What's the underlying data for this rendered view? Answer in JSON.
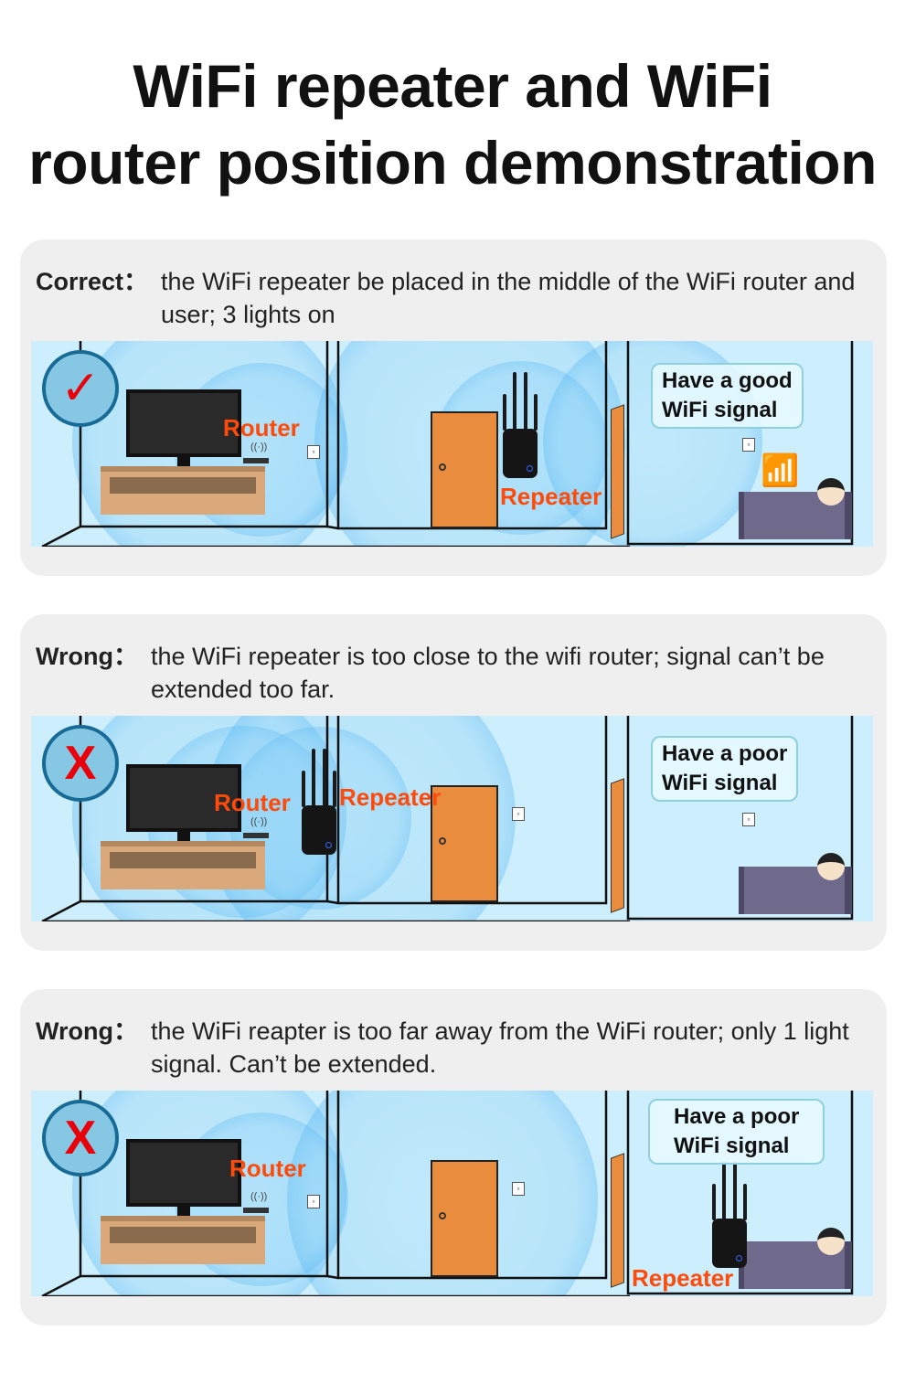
{
  "title": {
    "line1": "WiFi repeater and WiFi",
    "line2": "router position demonstration"
  },
  "panels": [
    {
      "status": "Correct：",
      "description": "the WiFi repeater be placed in the middle of the WiFi router and user; 3 lights on",
      "badge_icon": "check-icon",
      "badge_glyph": "✓",
      "router_label": "Router",
      "repeater_label": "Repeater",
      "bubble_line1": "Have a good",
      "bubble_line2": "WiFi signal"
    },
    {
      "status": "Wrong：",
      "description": "the WiFi repeater is too close to the wifi router; signal can’t be extended too far.",
      "badge_icon": "x-icon",
      "badge_glyph": "X",
      "router_label": "Router",
      "repeater_label": "Repeater",
      "bubble_line1": "Have a poor",
      "bubble_line2": "WiFi signal"
    },
    {
      "status": "Wrong：",
      "description": "the WiFi reapter is too far away from the WiFi router; only 1 light signal. Can’t be extended.",
      "badge_icon": "x-icon",
      "badge_glyph": "X",
      "router_label": "Router",
      "repeater_label": "Repeater",
      "bubble_line1": "Have a poor",
      "bubble_line2": "WiFi signal"
    }
  ],
  "colors": {
    "label": "#ff4a0a",
    "badge_ring": "#176b96",
    "mark": "#e8000b",
    "door": "#e98c3e"
  }
}
